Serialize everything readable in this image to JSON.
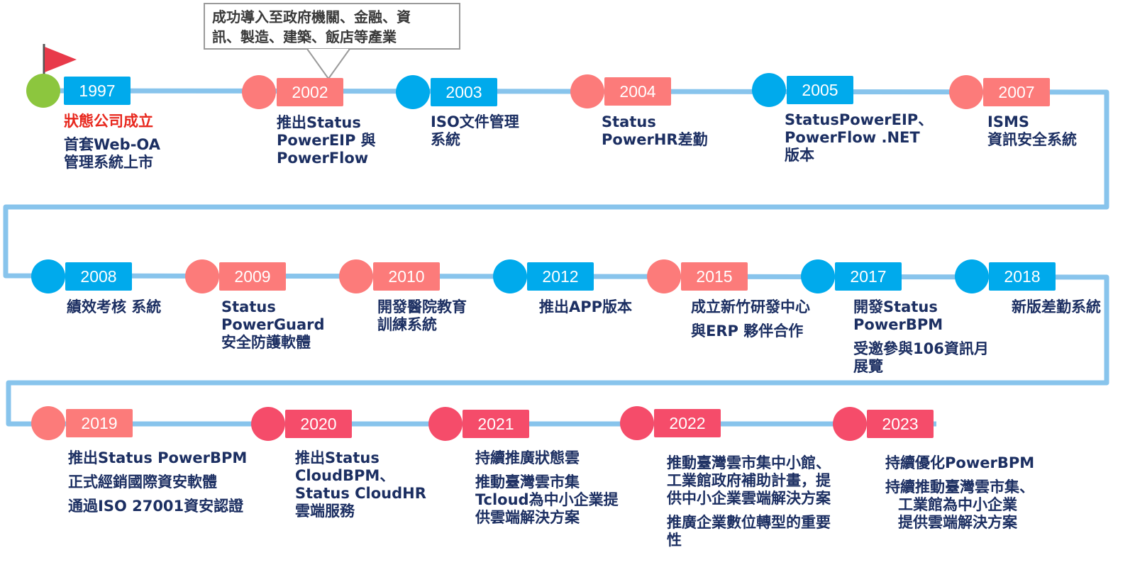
{
  "callout": {
    "lines": [
      "成功導入至政府機關、金融、資",
      "訊、製造、建築、飯店等產業"
    ]
  },
  "colors": {
    "track": "#88c4ec",
    "blue": "#00aaec",
    "salmon": "#fc7b7a",
    "crimson": "#f54c6a",
    "green": "#8cc63e",
    "flag": "#e83a4a",
    "text": "#1c2f62",
    "founded": "#e8281e"
  },
  "milestones": [
    {
      "year": "1997",
      "lines": [
        "狀態公司成立",
        "首套Web-OA",
        "管理系統上市"
      ]
    },
    {
      "year": "2002",
      "lines": [
        "推出Status",
        "PowerEIP 與",
        "PowerFlow"
      ]
    },
    {
      "year": "2003",
      "lines": [
        "ISO文件管理",
        "系統"
      ]
    },
    {
      "year": "2004",
      "lines": [
        "Status",
        "PowerHR差勤"
      ]
    },
    {
      "year": "2005",
      "lines": [
        "StatusPowerEIP、",
        "PowerFlow .NET",
        "版本"
      ]
    },
    {
      "year": "2007",
      "lines": [
        "ISMS",
        "資訊安全系統"
      ]
    },
    {
      "year": "2008",
      "lines": [
        "績效考核 系統"
      ]
    },
    {
      "year": "2009",
      "lines": [
        "Status",
        "PowerGuard",
        "安全防護軟體"
      ]
    },
    {
      "year": "2010",
      "lines": [
        "開發醫院教育",
        "訓練系統"
      ]
    },
    {
      "year": "2012",
      "lines": [
        "推出APP版本"
      ]
    },
    {
      "year": "2015",
      "lines": [
        "成立新竹研發中心",
        "與ERP 夥伴合作"
      ]
    },
    {
      "year": "2017",
      "lines": [
        "開發Status",
        "PowerBPM",
        "受邀參與106資訊月",
        "展覽"
      ]
    },
    {
      "year": "2018",
      "lines": [
        "新版差勤系統"
      ]
    },
    {
      "year": "2019",
      "lines": [
        "推出Status PowerBPM",
        "正式經銷國際資安軟體",
        "通過ISO 27001資安認證"
      ]
    },
    {
      "year": "2020",
      "lines": [
        "推出Status",
        "CloudBPM、",
        "Status CloudHR",
        "雲端服務"
      ]
    },
    {
      "year": "2021",
      "lines": [
        "持續推廣狀態雲",
        "推動臺灣雲市集",
        "Tcloud為中小企業提",
        "供雲端解決方案"
      ]
    },
    {
      "year": "2022",
      "lines": [
        "推動臺灣雲市集中小館、",
        "工業館政府補助計畫，提",
        "供中小企業雲端解決方案",
        "推廣企業數位轉型的重要",
        "性"
      ]
    },
    {
      "year": "2023",
      "lines": [
        "持續優化PowerBPM",
        "持續推動臺灣雲市集、",
        "工業館為中小企業",
        "提供雲端解決方案"
      ]
    }
  ]
}
